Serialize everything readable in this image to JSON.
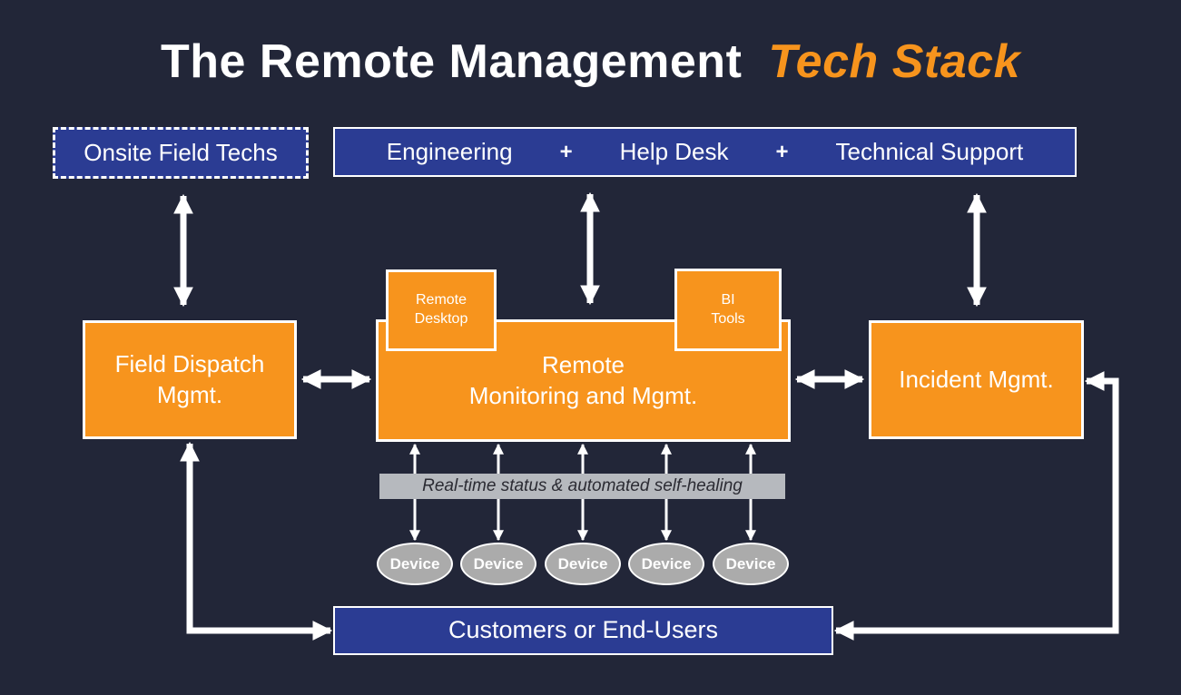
{
  "title": {
    "main": "The Remote Management",
    "accent": "Tech Stack"
  },
  "colors": {
    "background": "#222638",
    "blue": "#2B3C93",
    "orange": "#F7941D",
    "white": "#FFFFFF",
    "banner_bg": "#B6B9BE",
    "banner_text": "#2B2B33",
    "device_fill": "#ABABAB"
  },
  "boxes": {
    "onsite": {
      "label": "Onsite Field Techs"
    },
    "top_team": {
      "segments": [
        "Engineering",
        "+",
        "Help Desk",
        "+",
        "Technical Support"
      ]
    },
    "field_dispatch": {
      "line1": "Field Dispatch",
      "line2": "Mgmt."
    },
    "rmm": {
      "line1": "Remote",
      "line2": "Monitoring and Mgmt."
    },
    "remote_desktop": {
      "line1": "Remote",
      "line2": "Desktop"
    },
    "bi_tools": {
      "line1": "BI",
      "line2": "Tools"
    },
    "incident": {
      "label": "Incident Mgmt."
    },
    "customers": {
      "label": "Customers or End-Users"
    }
  },
  "banner": {
    "label": "Real-time status & automated self-healing"
  },
  "devices": [
    {
      "label": "Device"
    },
    {
      "label": "Device"
    },
    {
      "label": "Device"
    },
    {
      "label": "Device"
    },
    {
      "label": "Device"
    }
  ]
}
